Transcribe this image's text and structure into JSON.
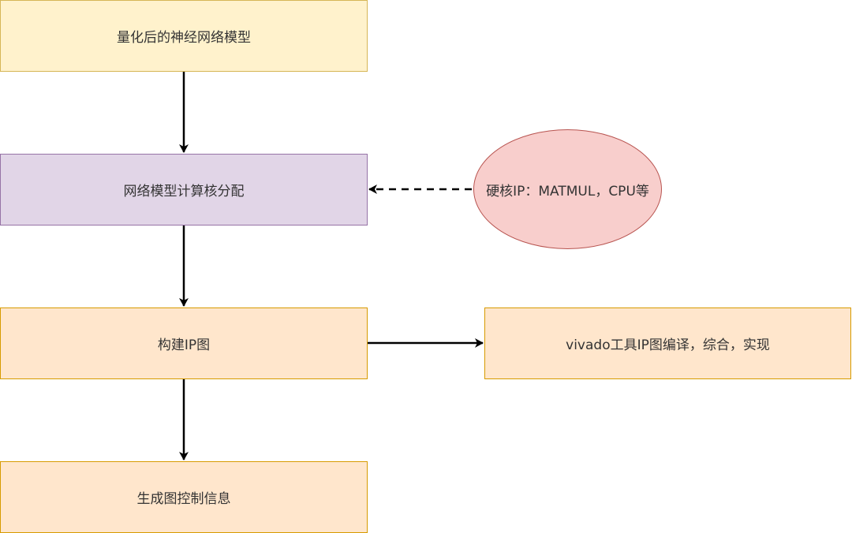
{
  "diagram": {
    "nodes": [
      {
        "id": "quantized-model",
        "label": "量化后的神经网络模型",
        "fill": "#fff2cc",
        "stroke": "#d6b656"
      },
      {
        "id": "kernel-allocation",
        "label": "网络模型计算核分配",
        "fill": "#e1d5e7",
        "stroke": "#9673a6"
      },
      {
        "id": "hard-ip",
        "label": "硬核IP：MATMUL，CPU等",
        "fill": "#f8cecc",
        "stroke": "#b85450",
        "shape": "ellipse"
      },
      {
        "id": "build-ip-graph",
        "label": "构建IP图",
        "fill": "#ffe6cc",
        "stroke": "#d79b00"
      },
      {
        "id": "vivado-compile",
        "label": "vivado工具IP图编译，综合，实现",
        "fill": "#ffe6cc",
        "stroke": "#d79b00"
      },
      {
        "id": "graph-control-info",
        "label": "生成图控制信息",
        "fill": "#ffe6cc",
        "stroke": "#d79b00"
      }
    ],
    "edges": [
      {
        "from": "quantized-model",
        "to": "kernel-allocation",
        "style": "solid"
      },
      {
        "from": "hard-ip",
        "to": "kernel-allocation",
        "style": "dashed"
      },
      {
        "from": "kernel-allocation",
        "to": "build-ip-graph",
        "style": "solid"
      },
      {
        "from": "build-ip-graph",
        "to": "vivado-compile",
        "style": "solid"
      },
      {
        "from": "build-ip-graph",
        "to": "graph-control-info",
        "style": "solid"
      }
    ]
  }
}
